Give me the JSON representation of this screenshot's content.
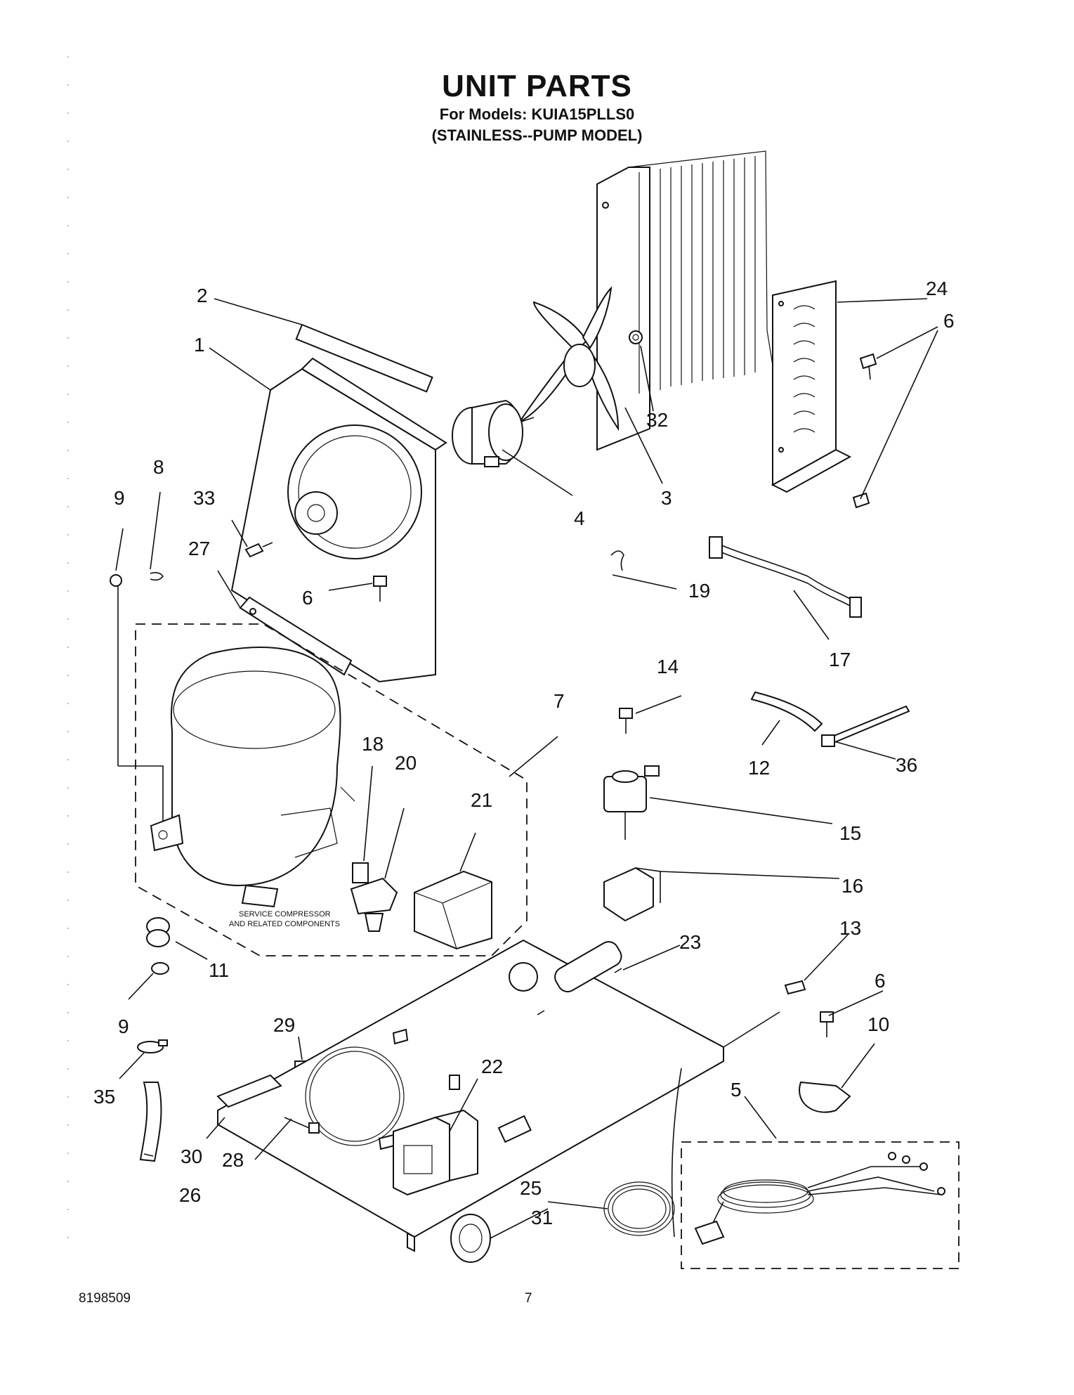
{
  "header": {
    "title": "UNIT PARTS",
    "models_line": "For Models: KUIA15PLLS0",
    "variant_line": "(STAINLESS--PUMP MODEL)"
  },
  "callouts": [
    "1",
    "2",
    "3",
    "4",
    "5",
    "6",
    "7",
    "8",
    "9",
    "10",
    "11",
    "12",
    "13",
    "14",
    "15",
    "16",
    "17",
    "18",
    "19",
    "20",
    "21",
    "22",
    "23",
    "24",
    "25",
    "26",
    "27",
    "28",
    "29",
    "30",
    "31",
    "32",
    "33",
    "35",
    "36"
  ],
  "labels": {
    "c1": "1",
    "c2": "2",
    "c3": "3",
    "c4": "4",
    "c5": "5",
    "c6a": "6",
    "c6b": "6",
    "c6c": "6",
    "c7": "7",
    "c8": "8",
    "c9a": "9",
    "c9b": "9",
    "c10": "10",
    "c11": "11",
    "c12": "12",
    "c13": "13",
    "c14": "14",
    "c15": "15",
    "c16": "16",
    "c17": "17",
    "c18": "18",
    "c19": "19",
    "c20": "20",
    "c21": "21",
    "c22": "22",
    "c23": "23",
    "c24": "24",
    "c25": "25",
    "c26": "26",
    "c27": "27",
    "c28": "28",
    "c29": "29",
    "c30": "30",
    "c31": "31",
    "c32": "32",
    "c33": "33",
    "c35": "35",
    "c36": "36"
  },
  "notes": {
    "service_line1": "SERVICE COMPRESSOR",
    "service_line2": "AND RELATED COMPONENTS"
  },
  "footer": {
    "part_number": "8198509",
    "page_number": "7"
  }
}
